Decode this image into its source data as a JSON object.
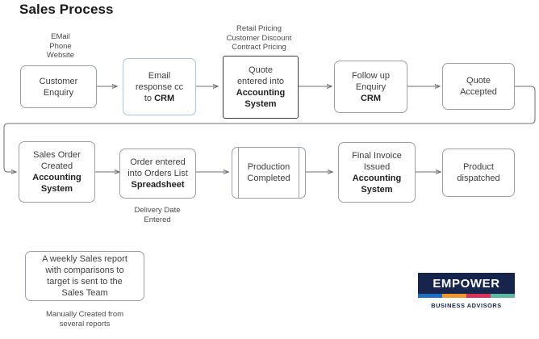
{
  "page": {
    "title": "Sales Process",
    "background": "#ffffff",
    "text_color": "#3d3d3d"
  },
  "colors": {
    "node_border": "#9aa0a6",
    "node_border_selected": "#3c3c3c",
    "node_border_blue": "#a8c4de",
    "connector": "#6e6e6e",
    "logo_navy": "#17254d",
    "stripe_blue": "#1b6ec2",
    "stripe_orange": "#f0952e",
    "stripe_crimson": "#d8315b",
    "stripe_teal": "#5cb9a0"
  },
  "annotations": {
    "customer_enquiry_channels": [
      "EMail",
      "Phone",
      "Website"
    ],
    "quote_pricing_inputs": [
      "Retail Pricing",
      "Customer Discount",
      "Contract Pricing"
    ],
    "delivery_date": [
      "Delivery Date",
      "Entered"
    ],
    "report_source": [
      "Manually Created from",
      "several reports"
    ]
  },
  "row1": {
    "nodes": [
      {
        "id": "customer-enquiry",
        "lines": [
          "Customer",
          "Enquiry"
        ],
        "bold": [],
        "style": "plain"
      },
      {
        "id": "email-response",
        "lines": [
          "Email",
          "response cc",
          "to CRM"
        ],
        "bold": [
          "CRM"
        ],
        "style": "blue"
      },
      {
        "id": "quote-entered",
        "lines": [
          "Quote",
          "entered into",
          "Accounting",
          "System"
        ],
        "bold": [
          "Accounting",
          "System"
        ],
        "style": "sharp"
      },
      {
        "id": "follow-up-enquiry",
        "lines": [
          "Follow up",
          "Enquiry",
          "CRM"
        ],
        "bold": [
          "CRM"
        ],
        "style": "plain"
      },
      {
        "id": "quote-accepted",
        "lines": [
          "Quote",
          "Accepted"
        ],
        "bold": [],
        "style": "plain"
      }
    ]
  },
  "row2": {
    "nodes": [
      {
        "id": "sales-order-created",
        "lines": [
          "Sales Order",
          "Created",
          "Accounting",
          "System"
        ],
        "bold": [
          "Accounting",
          "System"
        ],
        "style": "plain"
      },
      {
        "id": "order-entered",
        "lines": [
          "Order entered",
          "into Orders List",
          "Spreadsheet"
        ],
        "bold": [
          "Spreadsheet"
        ],
        "style": "plain"
      },
      {
        "id": "production-completed",
        "lines": [
          "Production",
          "Completed"
        ],
        "bold": [],
        "style": "predef"
      },
      {
        "id": "final-invoice",
        "lines": [
          "Final Invoice",
          "Issued",
          "Accounting",
          "System"
        ],
        "bold": [
          "Accounting",
          "System"
        ],
        "style": "plain"
      },
      {
        "id": "product-dispatched",
        "lines": [
          "Product",
          "dispatched"
        ],
        "bold": [],
        "style": "plain"
      }
    ]
  },
  "report_node": {
    "id": "weekly-sales-report",
    "lines": [
      "A weekly Sales report",
      "with comparisons to",
      "target is sent to the",
      "Sales Team"
    ]
  },
  "logo": {
    "wordmark": "EMPOWER",
    "tagline": "BUSINESS ADVISORS"
  },
  "text": {
    "t_title": "Sales Process",
    "a_email": "EMail",
    "a_phone": "Phone",
    "a_website": "Website",
    "a_retail": "Retail Pricing",
    "a_custdisc": "Customer Discount",
    "a_contract": "Contract Pricing",
    "a_delivery1": "Delivery Date",
    "a_delivery2": "Entered",
    "a_manual1": "Manually Created from",
    "a_manual2": "several reports",
    "n1a": "Customer",
    "n1b": "Enquiry",
    "n2a": "Email",
    "n2b": "response cc",
    "n2c": "to ",
    "n2cb": "CRM",
    "n3a": "Quote",
    "n3b": "entered into",
    "n3c": "Accounting",
    "n3d": "System",
    "n4a": "Follow up",
    "n4b": "Enquiry",
    "n4c": "CRM",
    "n5a": "Quote",
    "n5b": "Accepted",
    "n6a": "Sales Order",
    "n6b": "Created",
    "n6c": "Accounting",
    "n6d": "System",
    "n7a": "Order entered",
    "n7b": "into Orders List",
    "n7c": "Spreadsheet",
    "n8a": "Production",
    "n8b": "Completed",
    "n9a": "Final Invoice",
    "n9b": "Issued",
    "n9c": "Accounting",
    "n9d": "System",
    "n10a": "Product",
    "n10b": "dispatched",
    "r1": "A weekly Sales report",
    "r2": "with comparisons to",
    "r3": "target is sent to the",
    "r4": "Sales Team",
    "logo_word": "EMPOWER",
    "logo_sub": "BUSINESS ADVISORS"
  }
}
